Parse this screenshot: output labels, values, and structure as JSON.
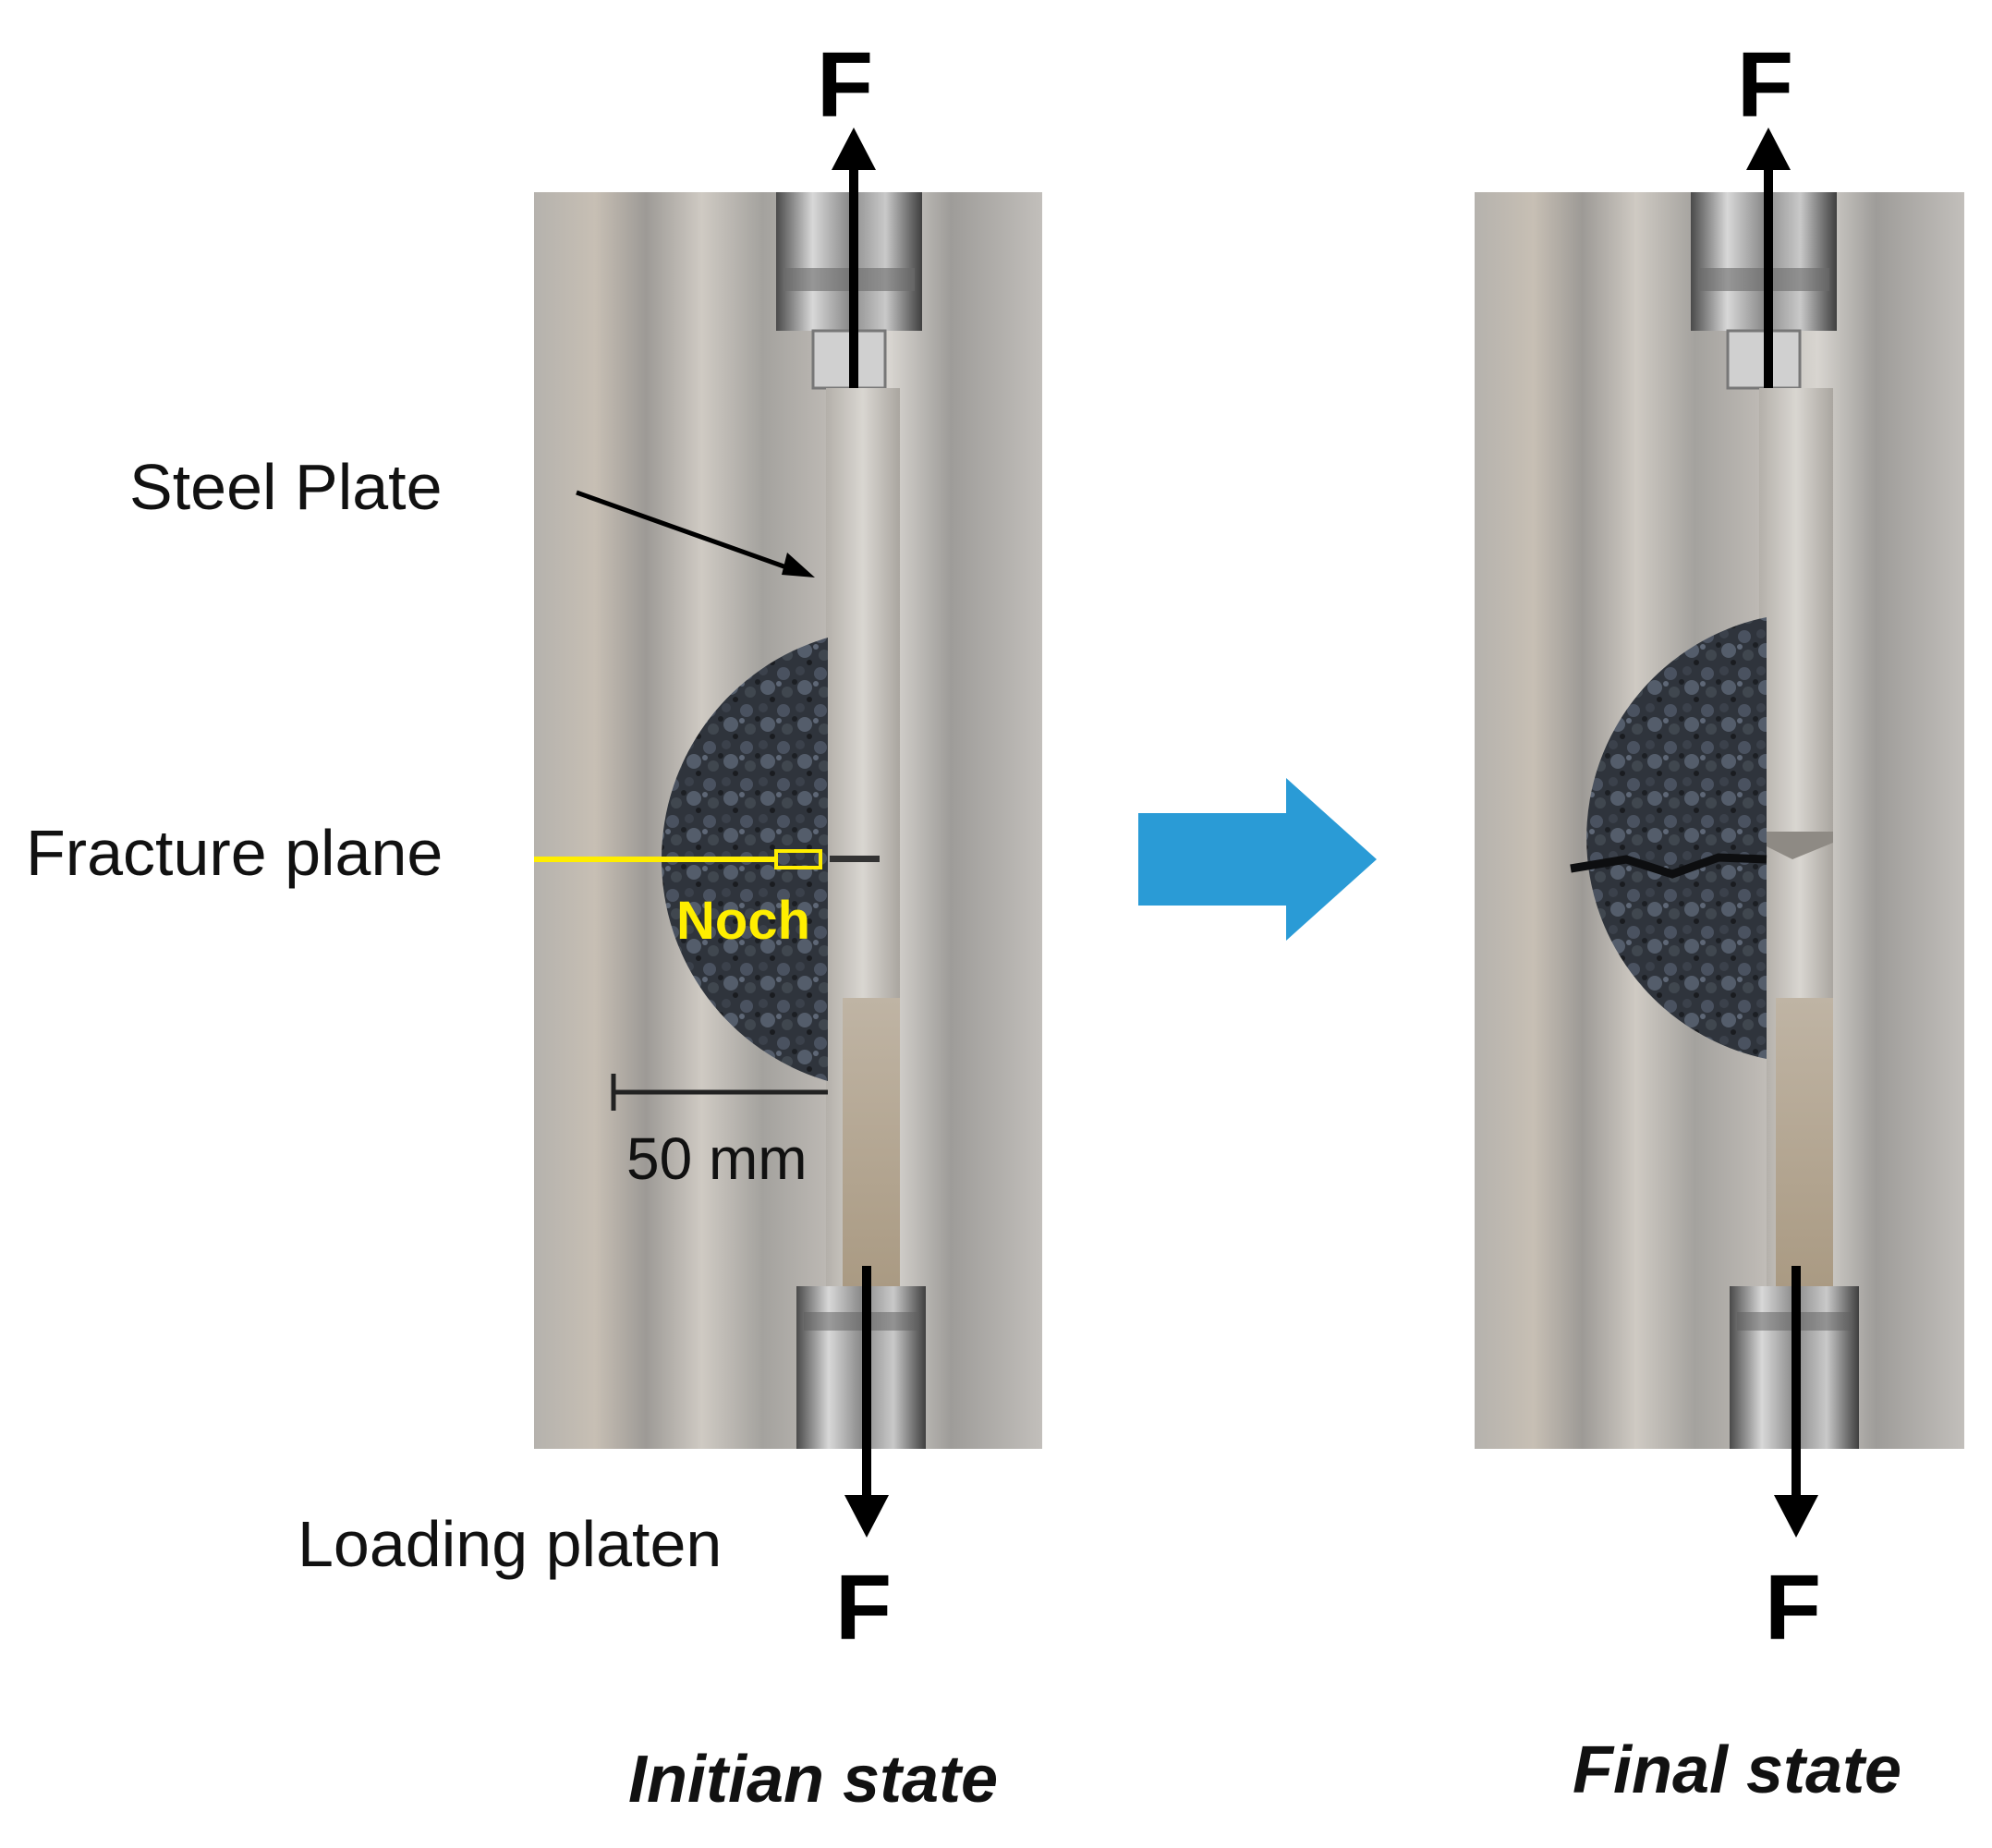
{
  "labels": {
    "force": "F",
    "steel_plate": "Steel Plate",
    "fracture_plane": "Fracture plane",
    "notch": "Noch",
    "scale": "50 mm",
    "loading_platen": "Loading platen"
  },
  "captions": {
    "initial": "Initian state",
    "final": "Final state"
  },
  "colors": {
    "arrow_transition": "#2a9bd6",
    "fracture_line": "#ffee00",
    "force_arrow": "#000000",
    "specimen": "#2b3038",
    "background_steel": "#a9a7a2"
  },
  "icons": {
    "transition": "right-arrow-icon",
    "force": "force-arrow-icon"
  }
}
